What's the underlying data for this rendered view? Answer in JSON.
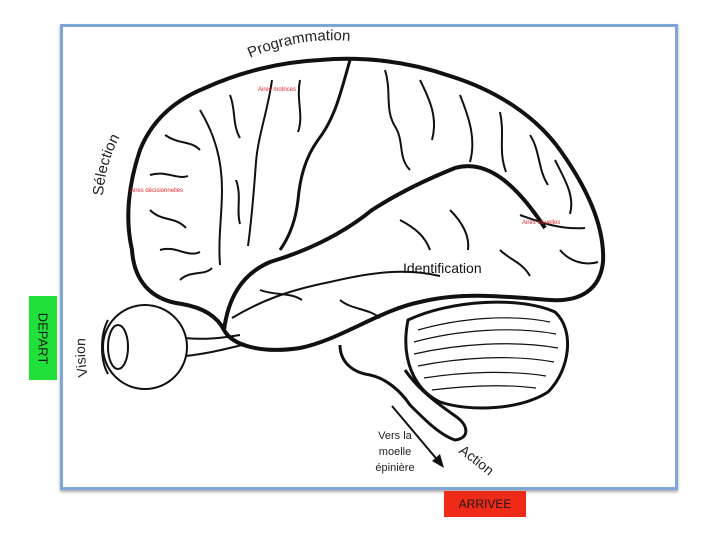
{
  "labels": {
    "programmation": "Programmation",
    "selection": "Sélection",
    "vision": "Vision",
    "action": "Action",
    "identification": "Identification",
    "aires_motrices": "Aires motrices",
    "aires_decisionnelles": "Aires décisionnelles",
    "aires_visuelles": "Aires visuelles",
    "moelle_line1": "Vers la",
    "moelle_line2": "moelle",
    "moelle_line3": "épinière"
  },
  "badges": {
    "depart": "DEPART",
    "arrivee": "ARRIVEE"
  },
  "colors": {
    "depart_bg": "#22e03a",
    "arrivee_bg": "#ef2a18",
    "frame_border": "#7fa6d6",
    "area_label": "#e0262a"
  }
}
